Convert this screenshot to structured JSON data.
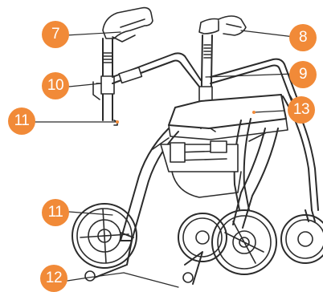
{
  "callouts": [
    {
      "id": "c7",
      "label": "7"
    },
    {
      "id": "c8",
      "label": "8"
    },
    {
      "id": "c9",
      "label": "9"
    },
    {
      "id": "c10",
      "label": "10"
    },
    {
      "id": "c11a",
      "label": "11"
    },
    {
      "id": "c13",
      "label": "13"
    },
    {
      "id": "c11b",
      "label": "11"
    },
    {
      "id": "c12",
      "label": "12"
    }
  ],
  "colors": {
    "callout": "#f18a38",
    "line": "#2b2b2b",
    "accent": "#f18a38"
  },
  "parts": [
    "handle-grip",
    "brake-lever",
    "height-adjuster",
    "frame",
    "seat",
    "basket",
    "front-wheel",
    "rear-wheel",
    "footrest"
  ]
}
